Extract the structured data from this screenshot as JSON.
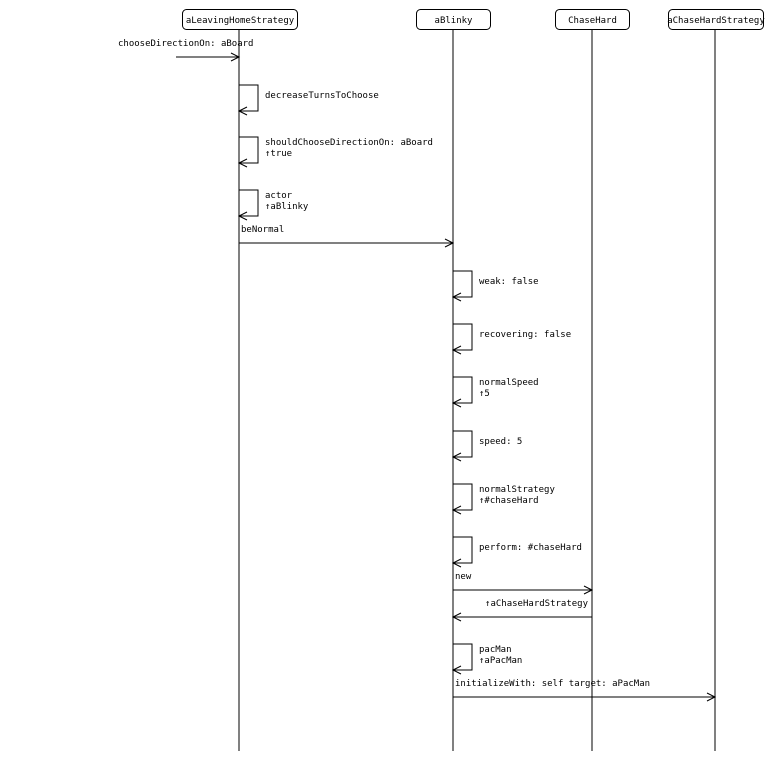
{
  "participants": [
    {
      "id": "p0",
      "name": "aLeavingHomeStrategy"
    },
    {
      "id": "p1",
      "name": "aBlinky"
    },
    {
      "id": "p2",
      "name": "ChaseHard"
    },
    {
      "id": "p3",
      "name": "aChaseHardStrategy"
    }
  ],
  "messages": [
    {
      "kind": "found",
      "to": 0,
      "lines": [
        "chooseDirectionOn: aBoard"
      ]
    },
    {
      "kind": "self",
      "on": 0,
      "lines": [
        "decreaseTurnsToChoose"
      ]
    },
    {
      "kind": "self",
      "on": 0,
      "lines": [
        "shouldChooseDirectionOn: aBoard",
        "↑true"
      ]
    },
    {
      "kind": "self",
      "on": 0,
      "lines": [
        "actor",
        "↑aBlinky"
      ]
    },
    {
      "kind": "call",
      "from": 0,
      "to": 1,
      "lines": [
        "beNormal"
      ]
    },
    {
      "kind": "self",
      "on": 1,
      "lines": [
        "weak: false"
      ]
    },
    {
      "kind": "self",
      "on": 1,
      "lines": [
        "recovering: false"
      ]
    },
    {
      "kind": "self",
      "on": 1,
      "lines": [
        "normalSpeed",
        "↑5"
      ]
    },
    {
      "kind": "self",
      "on": 1,
      "lines": [
        "speed: 5"
      ]
    },
    {
      "kind": "self",
      "on": 1,
      "lines": [
        "normalStrategy",
        "↑#chaseHard"
      ]
    },
    {
      "kind": "self",
      "on": 1,
      "lines": [
        "perform: #chaseHard"
      ]
    },
    {
      "kind": "call",
      "from": 1,
      "to": 2,
      "lines": [
        "new"
      ]
    },
    {
      "kind": "return",
      "from": 2,
      "to": 1,
      "lines": [
        "↑aChaseHardStrategy"
      ]
    },
    {
      "kind": "self",
      "on": 1,
      "lines": [
        "pacMan",
        "↑aPacMan"
      ]
    },
    {
      "kind": "call",
      "from": 1,
      "to": 3,
      "lines": [
        "initializeWith: self target: aPacMan"
      ]
    }
  ]
}
